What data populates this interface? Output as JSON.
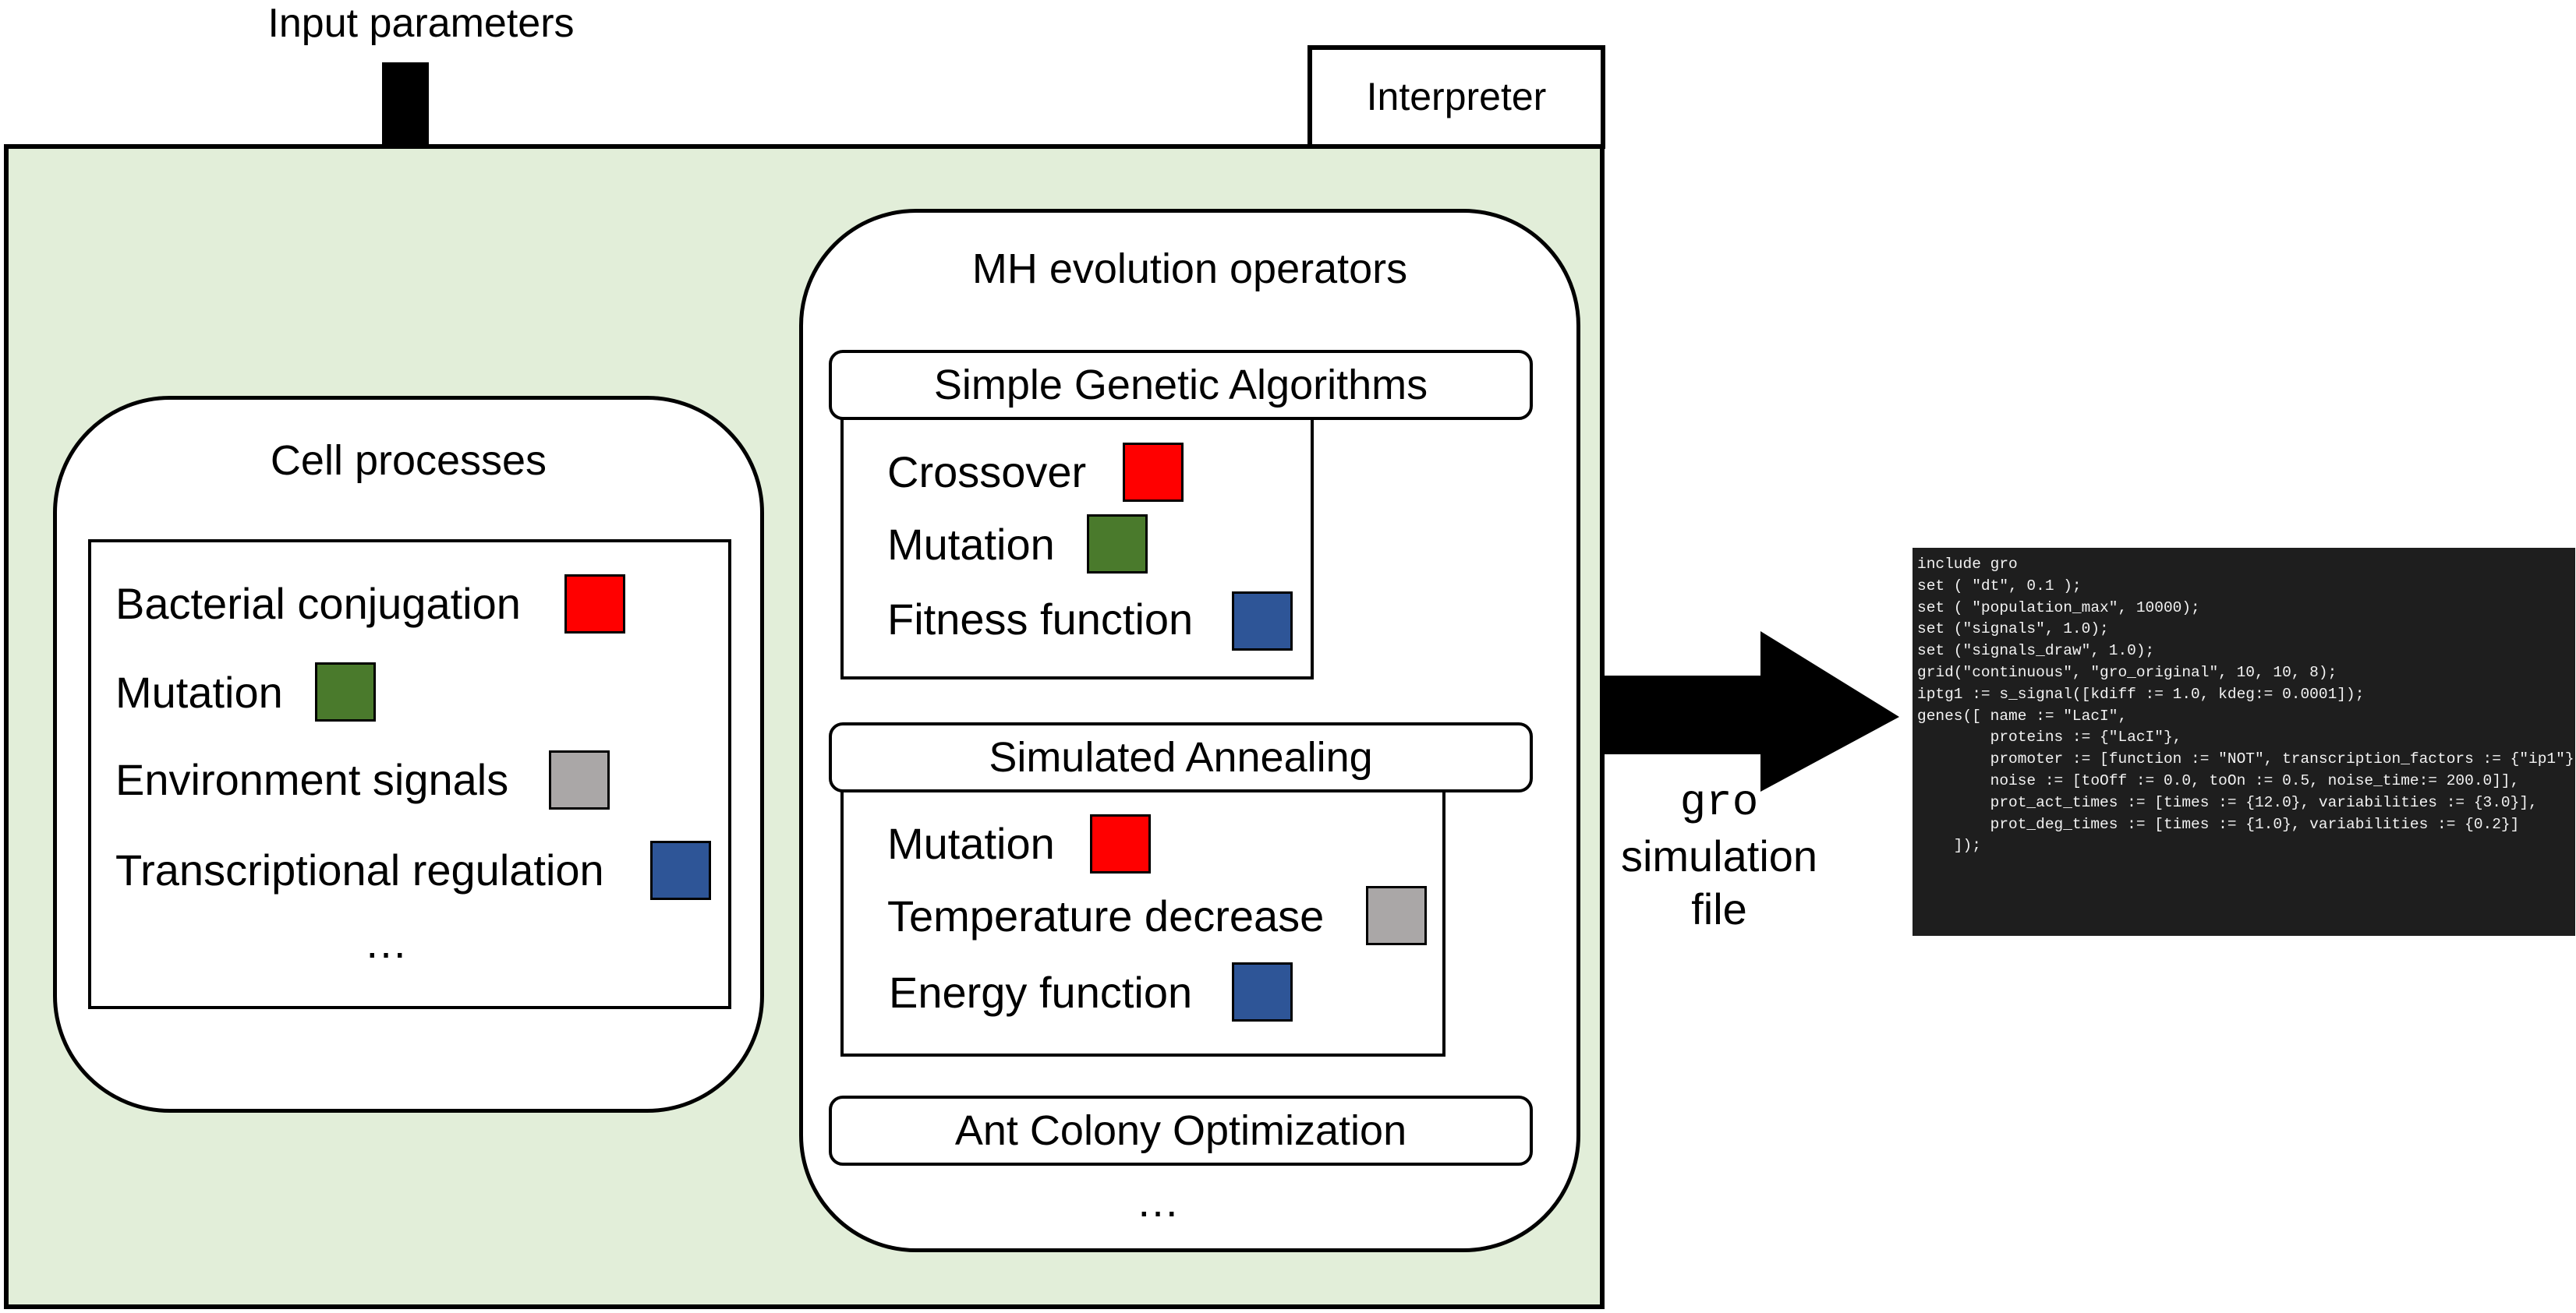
{
  "input": {
    "label": "Input parameters"
  },
  "interpreter": {
    "label": "Interpreter"
  },
  "cell_processes": {
    "title": "Cell processes",
    "items": [
      {
        "label": "Bacterial conjugation",
        "color": "#ff0000"
      },
      {
        "label": "Mutation",
        "color": "#4a7a2c"
      },
      {
        "label": "Environment signals",
        "color": "#aaa7a7"
      },
      {
        "label": "Transcriptional regulation",
        "color": "#2e5597"
      }
    ],
    "more": "…"
  },
  "mh_operators": {
    "title": "MH evolution operators",
    "algorithms": [
      {
        "name": "Simple Genetic Algorithms",
        "items": [
          {
            "label": "Crossover",
            "color": "#ff0000"
          },
          {
            "label": "Mutation",
            "color": "#4a7a2c"
          },
          {
            "label": "Fitness function",
            "color": "#2e5597"
          }
        ]
      },
      {
        "name": "Simulated Annealing",
        "items": [
          {
            "label": "Mutation",
            "color": "#ff0000"
          },
          {
            "label": "Temperature decrease",
            "color": "#aaa7a7"
          },
          {
            "label": "Energy function",
            "color": "#2e5597"
          }
        ]
      },
      {
        "name": "Ant Colony Optimization",
        "items": []
      }
    ],
    "more": "…"
  },
  "output": {
    "gro": "gro",
    "simulation": "simulation",
    "file": "file"
  },
  "code": {
    "lines": [
      "include gro",
      "set ( \"dt\", 0.1 );",
      "set ( \"population_max\", 10000);",
      "",
      "set (\"signals\", 1.0);",
      "set (\"signals_draw\", 1.0);",
      "",
      "grid(\"continuous\", \"gro_original\", 10, 10, 8);",
      "iptg1 := s_signal([kdiff := 1.0, kdeg:= 0.0001]);",
      "",
      "genes([ name := \"LacI\",",
      "        proteins := {\"LacI\"},",
      "        promoter := [function := \"NOT\", transcription_factors := {\"ip1\"},",
      "        noise := [toOff := 0.0, toOn := 0.5, noise_time:= 200.0]],",
      "        prot_act_times := [times := {12.0}, variabilities := {3.0}],",
      "        prot_deg_times := [times := {1.0}, variabilities := {0.2}]",
      "    ]);"
    ]
  }
}
